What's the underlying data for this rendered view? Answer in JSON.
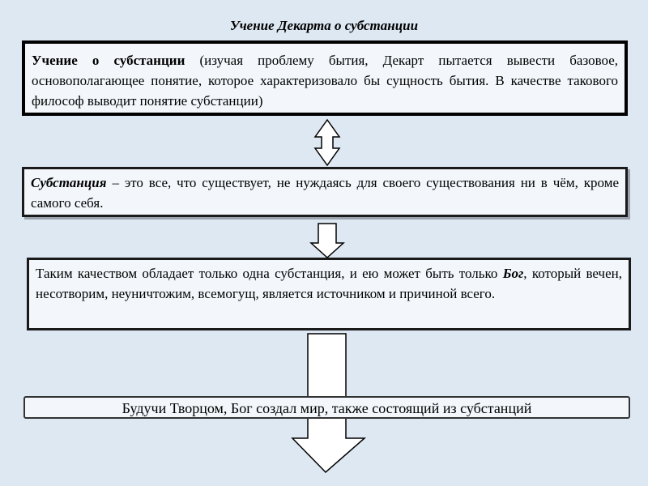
{
  "title": "Учение Декарта о субстанции",
  "box1": {
    "term": "Учение о субстанции",
    "text": " (изучая проблему бытия, Декарт пытается вывести базовое, основополагающее понятие, которое характеризовало бы сущность бытия. В качестве такового философ выводит понятие субстанции)"
  },
  "box2": {
    "term": "Субстанция",
    "text": " – это все, что существует, не нуждаясь для своего существования ни в чём, кроме самого себя."
  },
  "box3": {
    "text1": "Таким качеством обладает только одна субстанция, и ею может быть только ",
    "term": "Бог",
    "text2": ", который вечен, несотворим, неуничтожим, всемогущ, является источником и причиной всего."
  },
  "box4": {
    "text": "Будучи Творцом, Бог создал мир, также состоящий из субстанций"
  }
}
